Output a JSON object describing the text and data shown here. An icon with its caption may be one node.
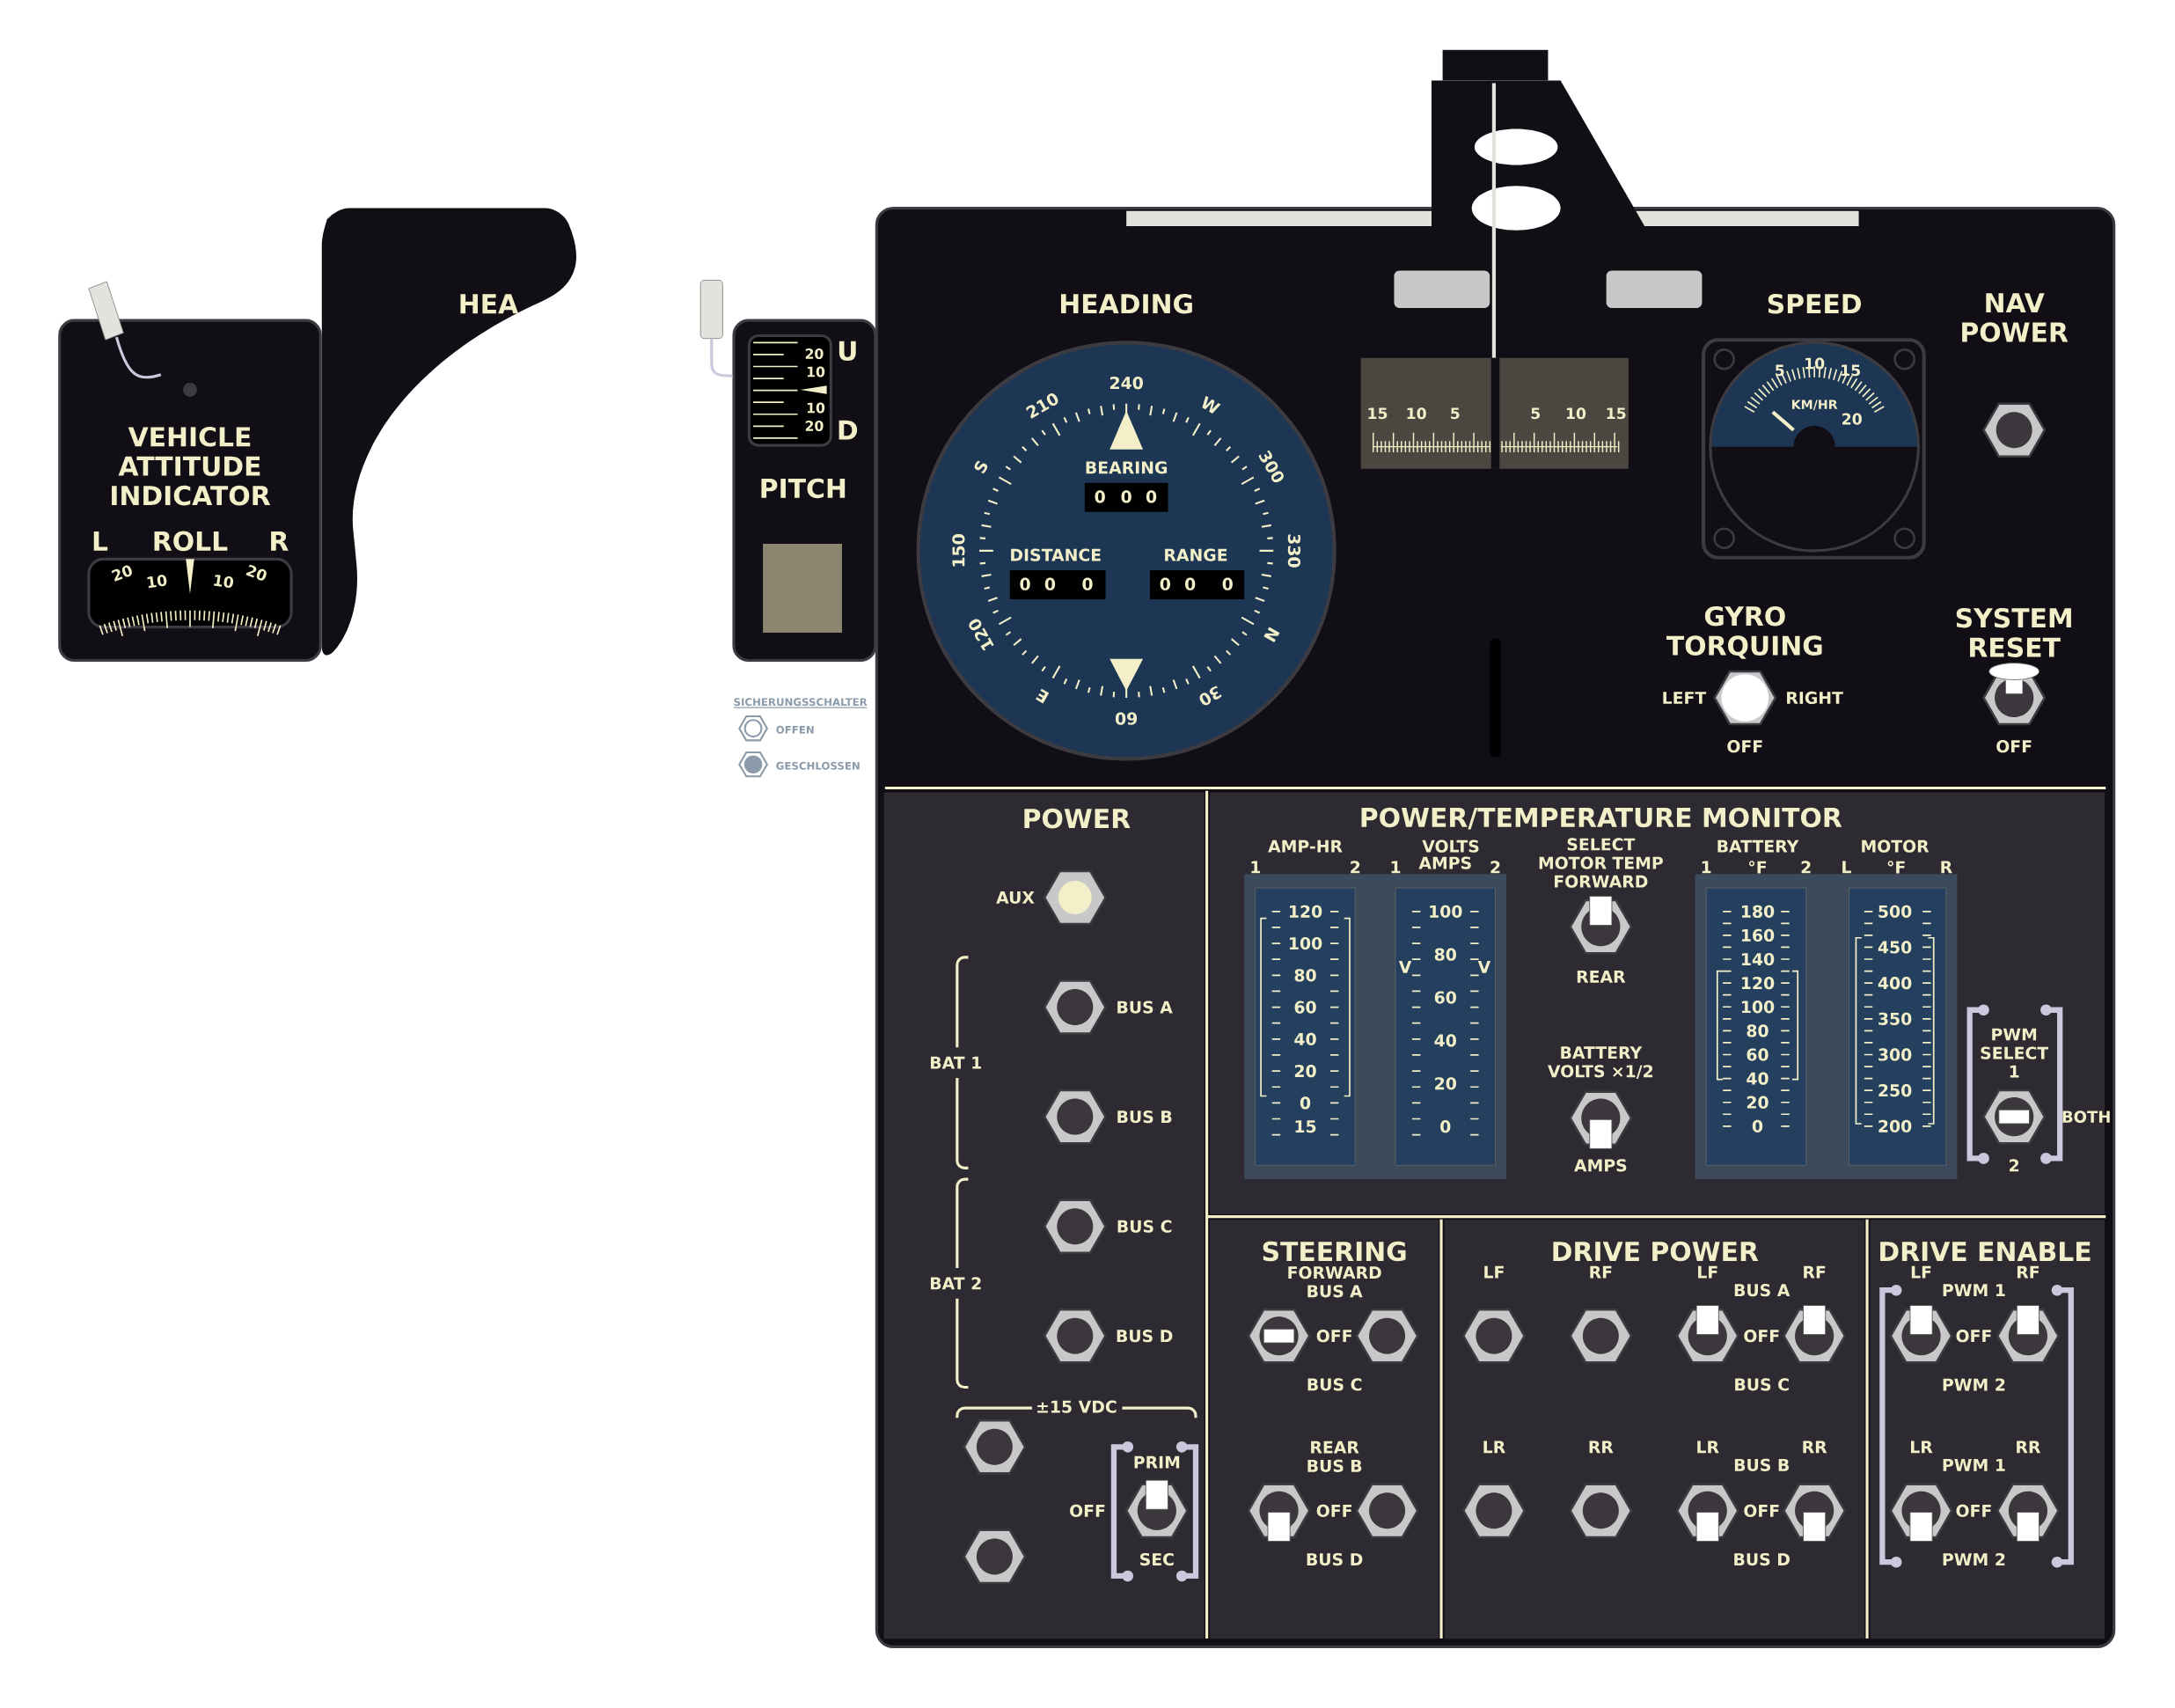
{
  "diagram": {
    "nodes": [
      {
        "text": [
          "VEHICLE ATTITUDE INDICATOR"
        ]
      },
      {
        "text": [
          "PITCH"
        ]
      },
      {
        "text": [
          "POWER"
        ]
      },
      {
        "text": [
          "POWER/TEMPERATURE MONITOR"
        ]
      },
      {
        "text": [
          "STEERING"
        ]
      },
      {
        "text": [
          "DRIVE POWER"
        ]
      },
      {
        "text": [
          "DRIVE ENABLE"
        ]
      }
    ],
    "labels": [
      "HEA",
      "L",
      "ROLL",
      "R",
      "20",
      "10",
      "10",
      "20",
      "U",
      "20",
      "10",
      "10",
      "20",
      "D",
      "SICHERUNGSSCHALTER",
      "HEADING",
      "240",
      "W",
      "300",
      "330",
      "N",
      "30",
      "60",
      "E",
      "120",
      "150",
      "S",
      "210",
      "BEARING",
      "0",
      "0",
      "0",
      "DISTANCE",
      "0",
      "0",
      "0",
      "RANGE",
      "0",
      "0",
      "0",
      "15",
      "10",
      "5",
      "5",
      "10",
      "15",
      "SPEED",
      "5",
      "10",
      "15",
      "KM/HR",
      "20",
      "NAV POWER",
      "GYRO TORQUING",
      "SYSTEM RESET",
      "LEFT",
      "RIGHT",
      "OFF",
      "OFF",
      "AUX",
      "BUS A",
      "BAT 1",
      "BUS B",
      "BUS C",
      "BAT 2",
      "BUS D",
      "±15 VDC",
      "PRIM",
      "OFF",
      "SEC",
      "AMP-HR",
      "VOLTS",
      "SELECT MOTOR TEMP FORWARD",
      "BATTERY",
      "MOTOR",
      "1",
      "2",
      "1",
      "AMPS",
      "2",
      "1",
      "°F",
      "2",
      "L",
      "°F",
      "R",
      "120",
      "100",
      "80",
      "60",
      "40",
      "20",
      "0",
      "15",
      "100",
      "80",
      "60",
      "40",
      "20",
      "0",
      "V",
      "V",
      "REAR",
      "BATTERY VOLTS ×1/2",
      "AMPS",
      "180",
      "160",
      "140",
      "120",
      "100",
      "80",
      "60",
      "40",
      "20",
      "0",
      "500",
      "450",
      "400",
      "350",
      "300",
      "250",
      "200",
      "PWM SELECT 1",
      "BOTH",
      "2",
      "FORWARD BUS A",
      "OFF",
      "BUS C",
      "REAR BUS B",
      "OFF",
      "BUS D",
      "LF",
      "RF",
      "LF",
      "RF",
      "BUS A",
      "OFF",
      "BUS C",
      "LR",
      "RR",
      "LR",
      "RR",
      "BUS B",
      "OFF",
      "BUS D",
      "LF",
      "RF",
      "PWM 1",
      "OFF",
      "PWM 2",
      "LR",
      "RR",
      "PWM 1",
      "OFF",
      "PWM 2"
    ],
    "legend": [
      {
        "text": "OFFEN"
      },
      {
        "text": "GESCHLOSSEN"
      }
    ]
  }
}
